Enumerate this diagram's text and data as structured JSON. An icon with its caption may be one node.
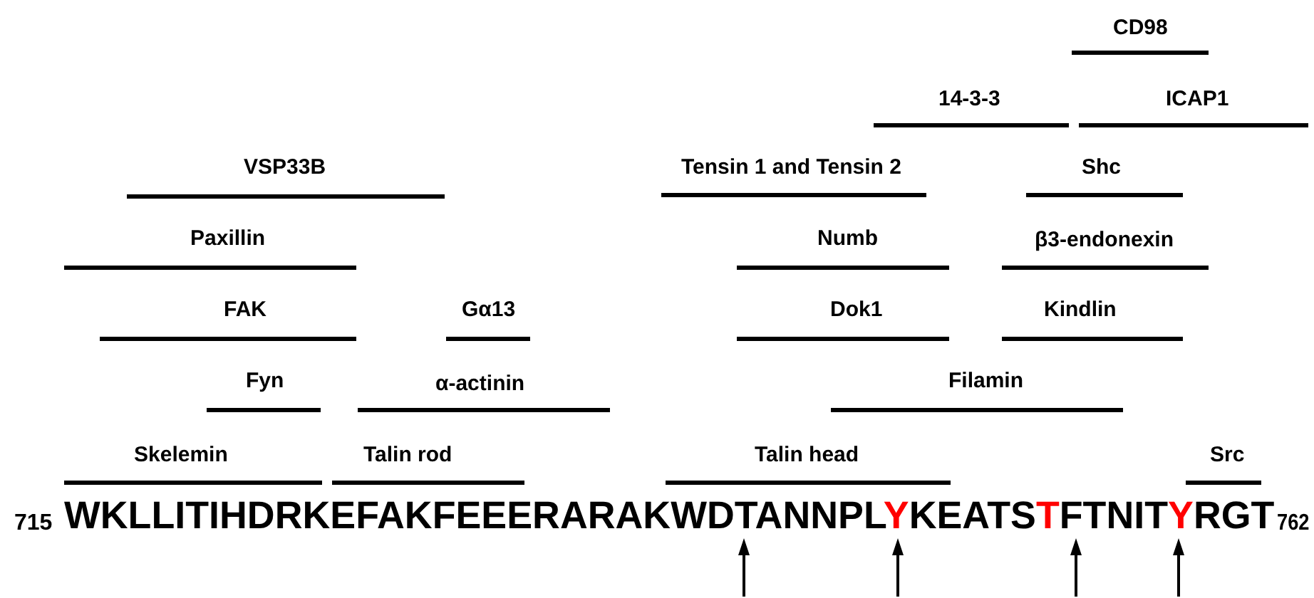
{
  "diagram": {
    "labels": [
      "CD98",
      "14-3-3",
      "ICAP1",
      "VSP33B",
      "Tensin 1 and Tensin 2",
      "Shc",
      "Paxillin",
      "Numb",
      "β3-endonexin",
      "FAK",
      "Gα13",
      "Dok1",
      "Kindlin",
      "Fyn",
      "α-actinin",
      "Filamin",
      "Skelemin",
      "Talin rod",
      "Talin head",
      "Src",
      "715",
      "WKLLITIHDRKEFAKFEEERARAKWDTANNPLYKEATSTFTNITYRGT",
      "762"
    ]
  }
}
